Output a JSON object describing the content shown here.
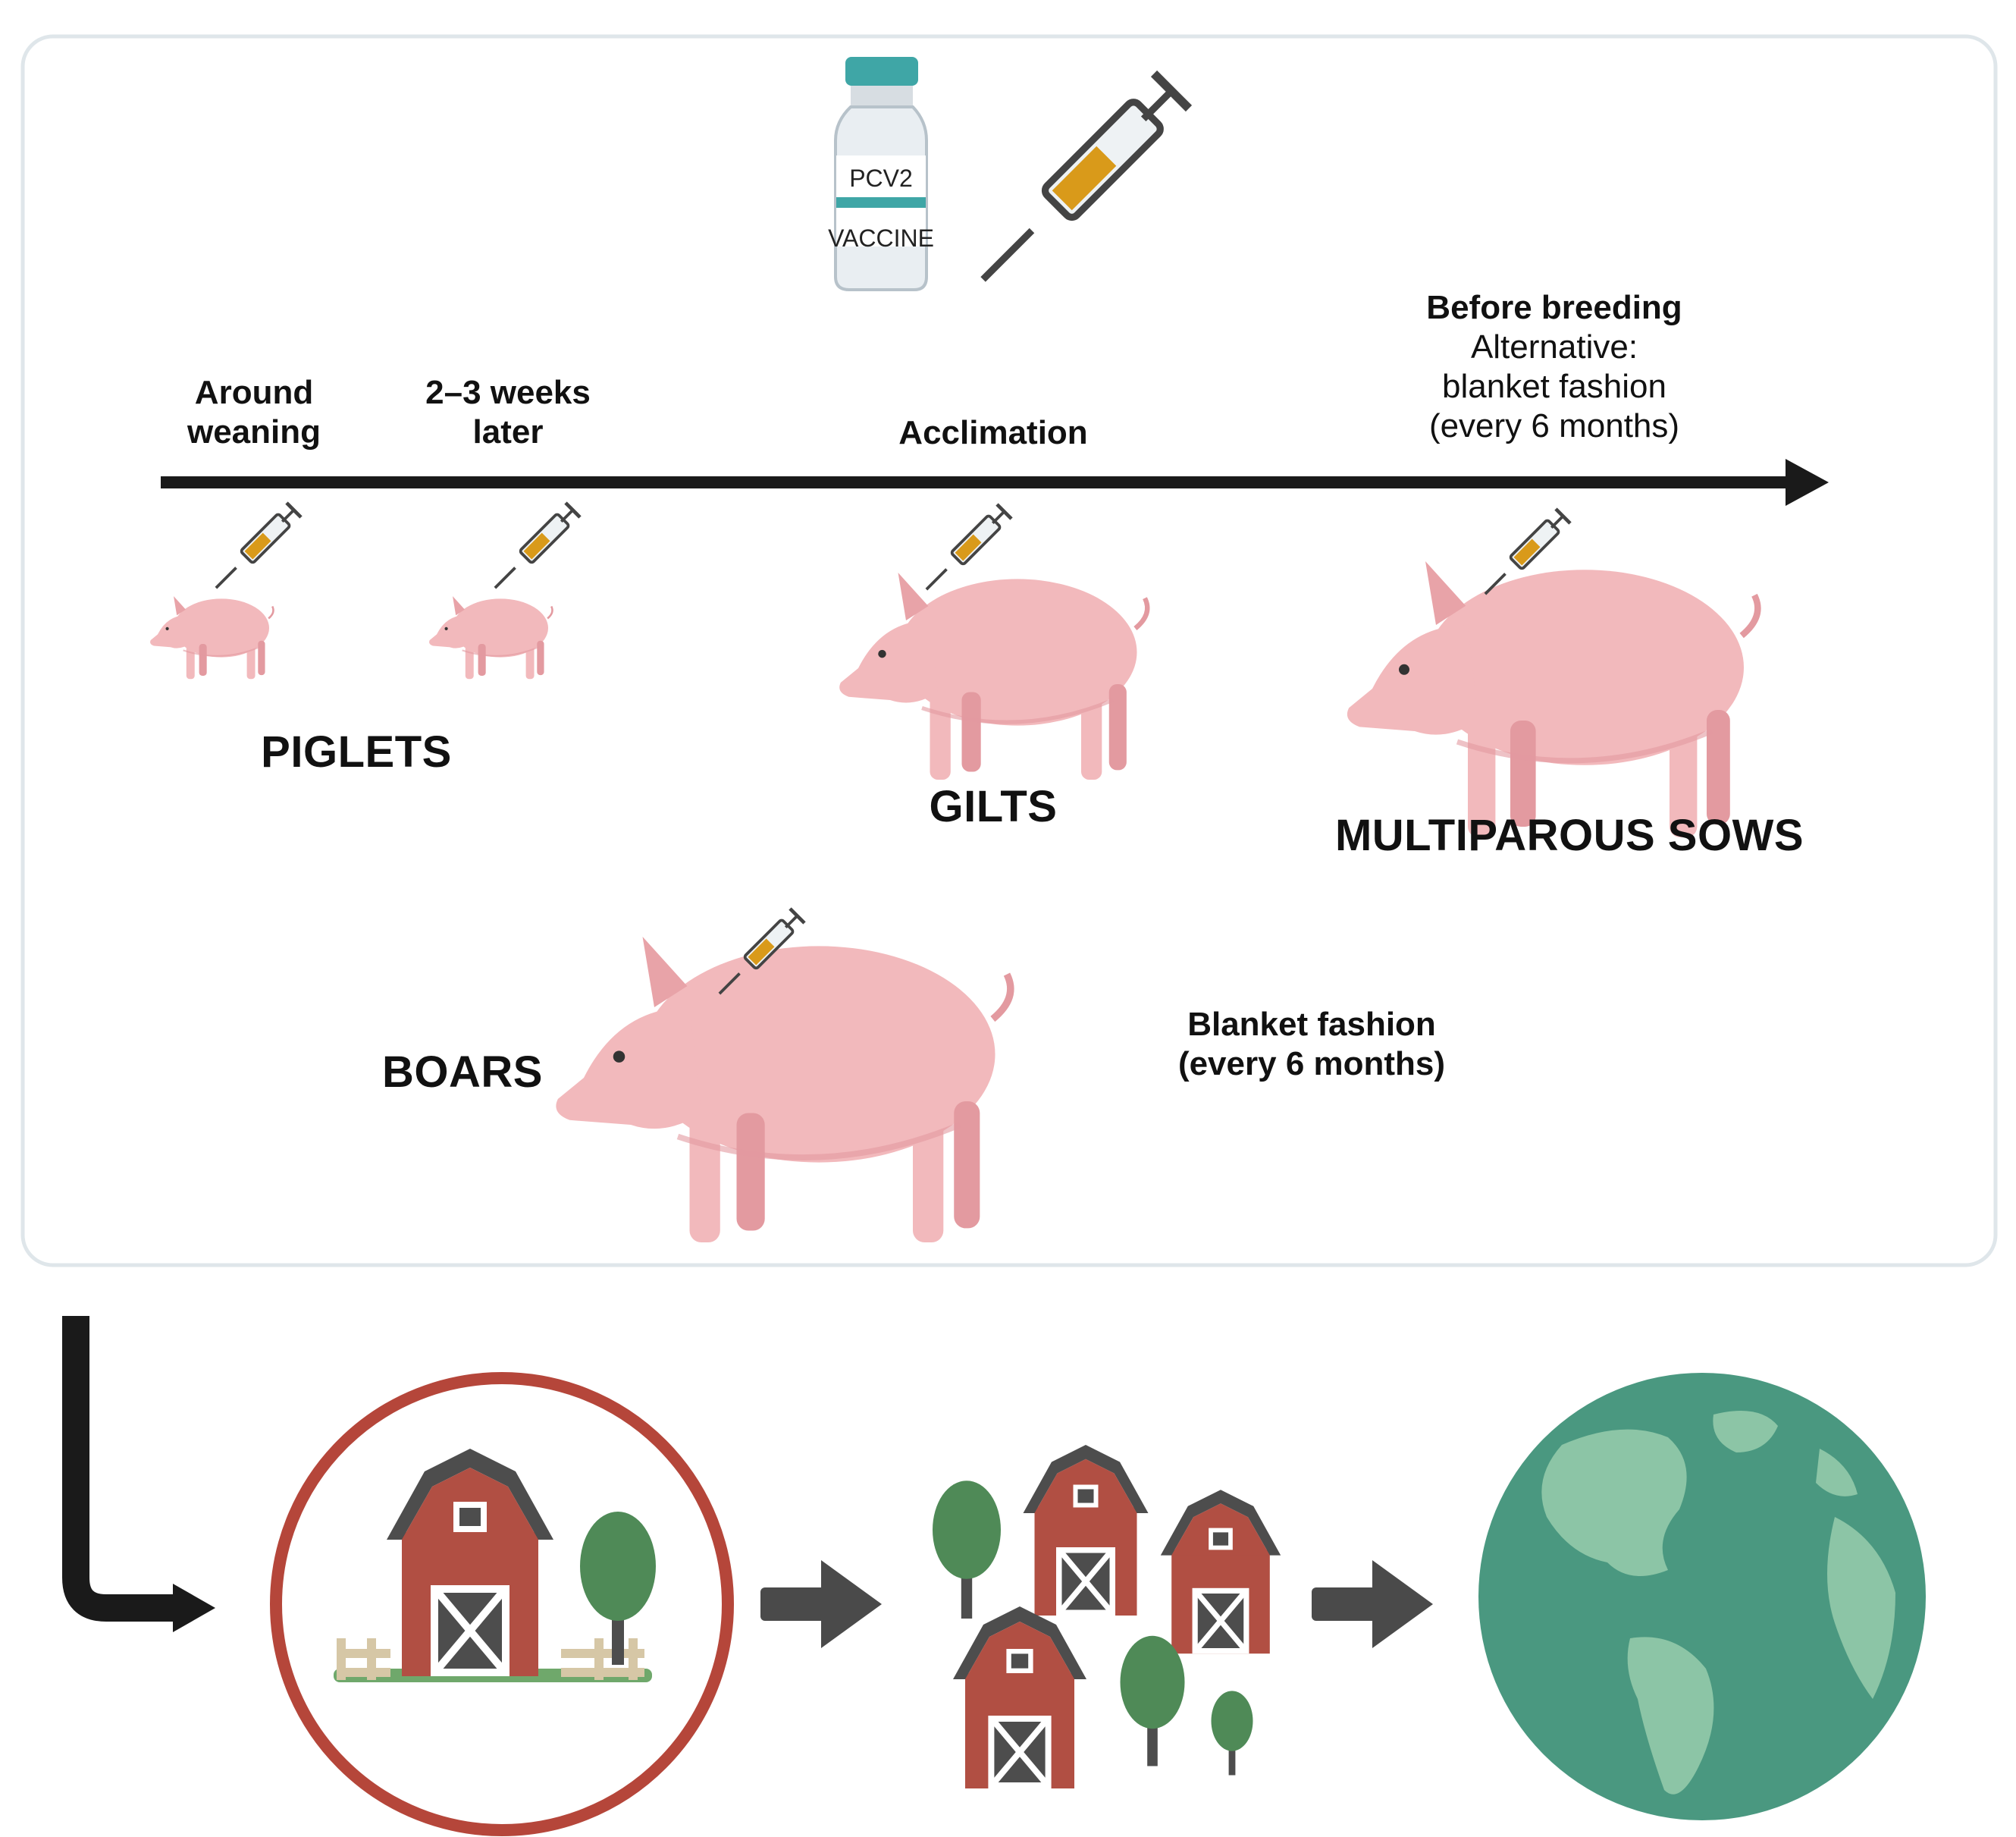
{
  "vaccine": {
    "bottle_line1": "PCV2",
    "bottle_line2": "VACCINE",
    "bottle_icon": "vaccine-vial-icon",
    "syringe_icon": "syringe-icon"
  },
  "timeline": {
    "around_weaning": "Around weaning",
    "later": "2–3 weeks later",
    "acclimation": "Acclimation",
    "before_breeding": "Before breeding",
    "alternative": "Alternative:",
    "alt_blanket": "blanket fashion",
    "alt_interval": "(every 6 months)"
  },
  "groups": {
    "piglets": "PIGLETS",
    "gilts": "GILTS",
    "sows": "MULTIPAROUS SOWS",
    "boars": "BOARS"
  },
  "boars_schedule": {
    "line1": "Blanket fashion",
    "line2": "(every 6 months)"
  },
  "bottom": {
    "icons": [
      "single-farm-icon",
      "multiple-farms-icon",
      "globe-icon"
    ]
  },
  "colors": {
    "pig": "#f2b9bc",
    "pig_shade": "#e39aa0",
    "syringe_fill": "#d99a1a",
    "barn_red": "#b14f43",
    "barn_roof": "#4d4d4d",
    "tree": "#4f8a57",
    "farm_ring": "#b5463a",
    "globe_sea": "#4a9880",
    "globe_land": "#8cc5a6",
    "arrow": "#4a4a4a"
  }
}
